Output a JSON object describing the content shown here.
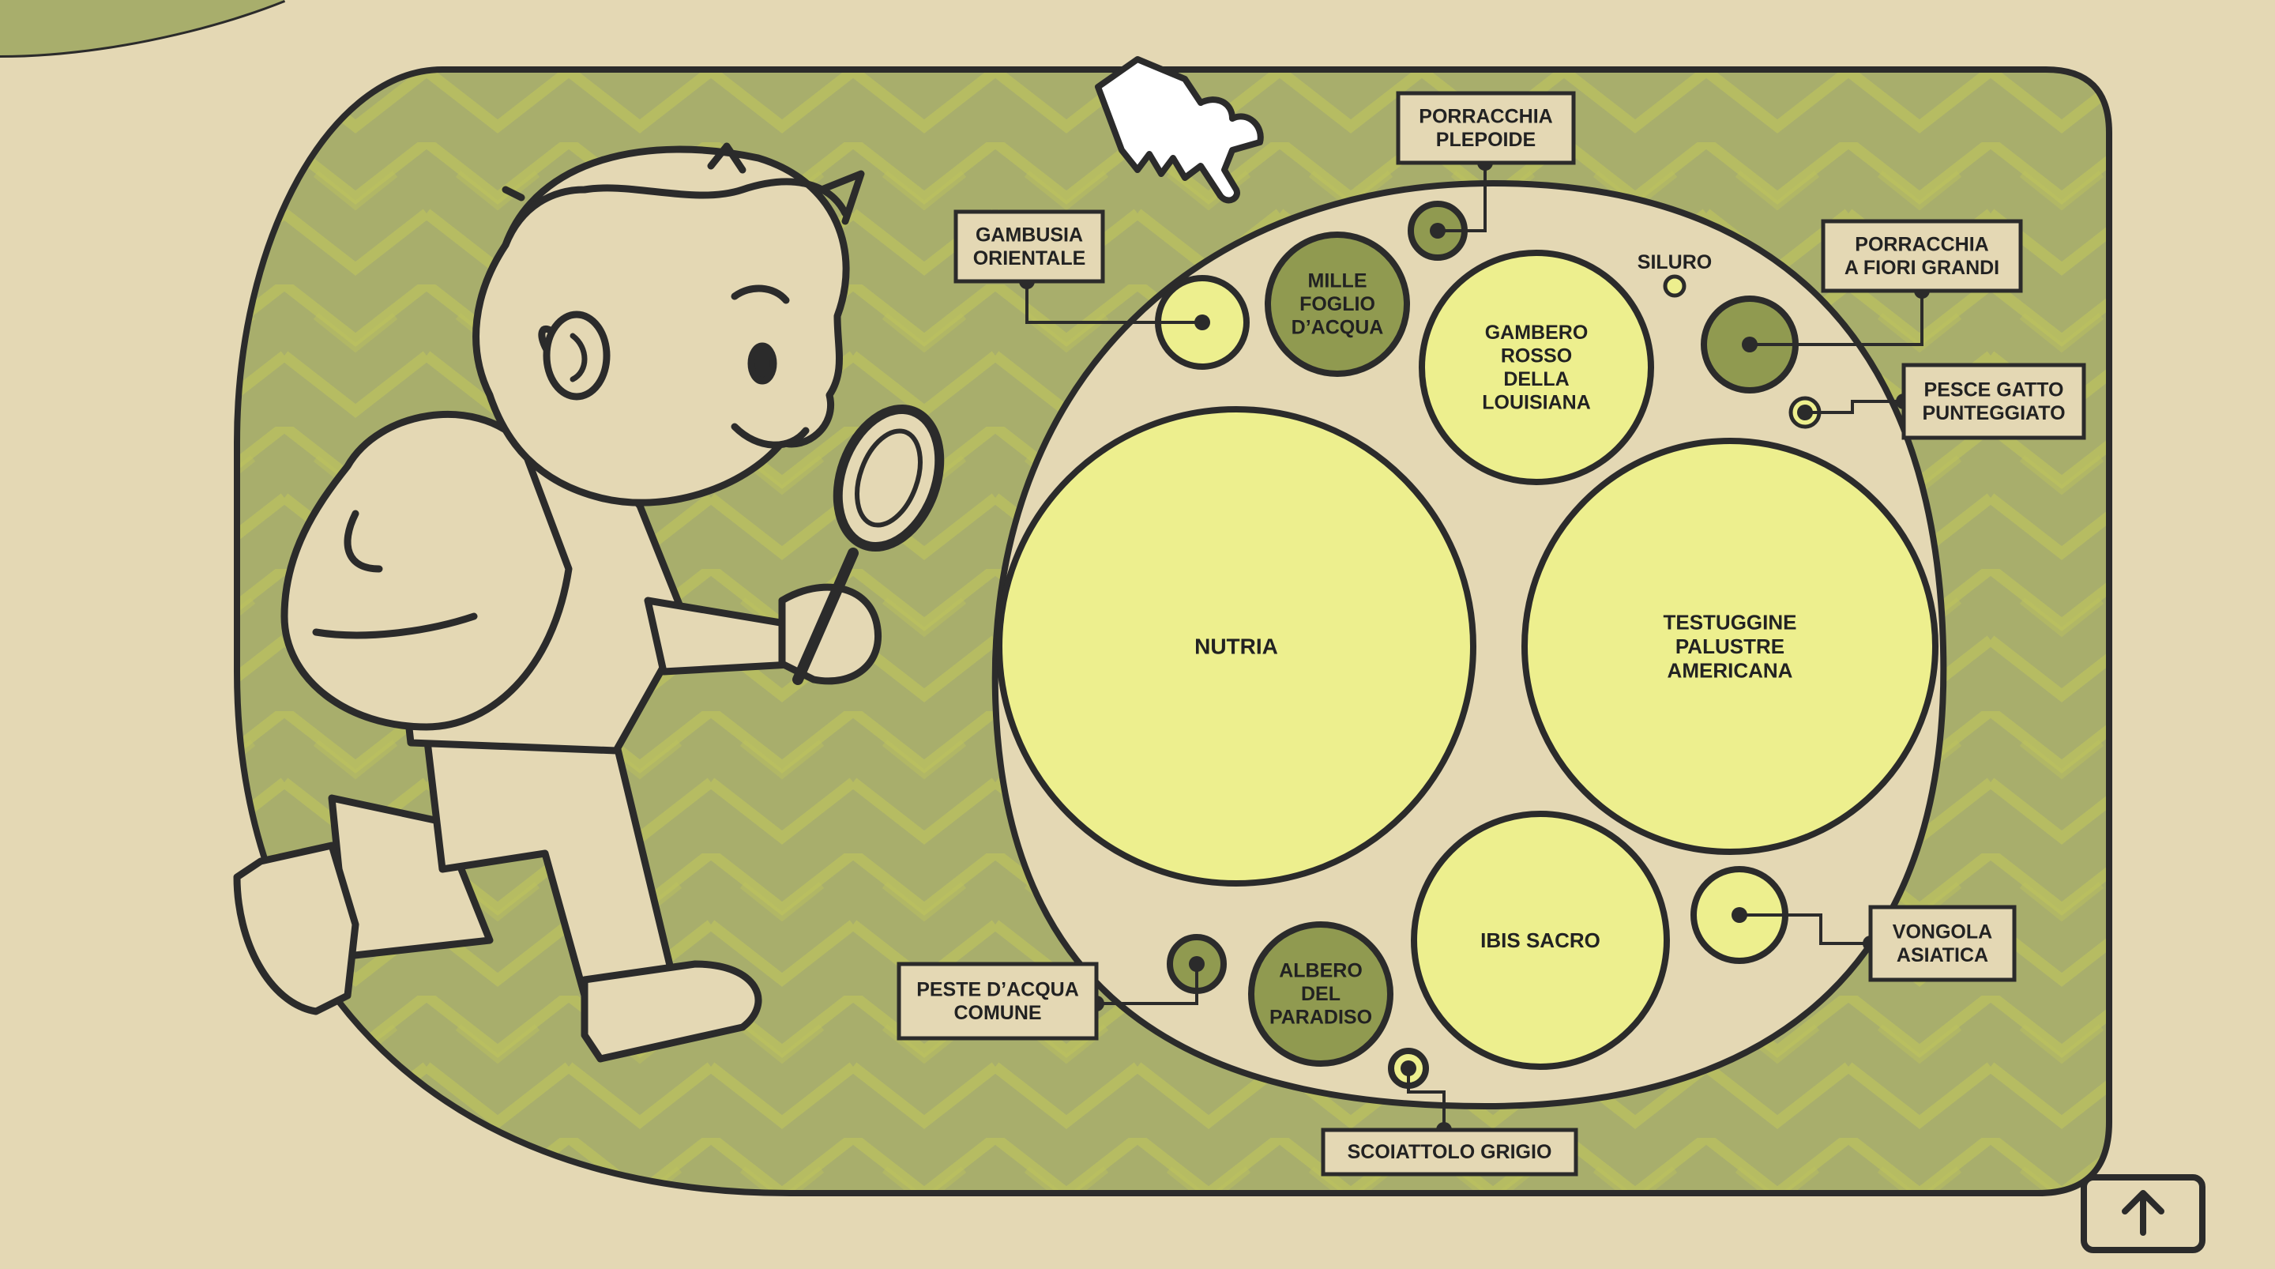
{
  "diagram": {
    "bubbles": [
      {
        "id": "nutria",
        "lines": [
          "NUTRIA"
        ],
        "tone": "light"
      },
      {
        "id": "testuggine",
        "lines": [
          "TESTUGGINE",
          "PALUSTRE",
          "AMERICANA"
        ],
        "tone": "light"
      },
      {
        "id": "ibis",
        "lines": [
          "IBIS SACRO"
        ],
        "tone": "light"
      },
      {
        "id": "gambero",
        "lines": [
          "GAMBERO",
          "ROSSO",
          "DELLA",
          "LOUISIANA"
        ],
        "tone": "light"
      },
      {
        "id": "millefoglio",
        "lines": [
          "MILLE",
          "FOGLIO",
          "D’ACQUA"
        ],
        "tone": "dark"
      },
      {
        "id": "albero",
        "lines": [
          "ALBERO",
          "DEL",
          "PARADISO"
        ],
        "tone": "dark"
      }
    ],
    "callouts": [
      {
        "id": "porracchia-plepoide",
        "lines": [
          "PORRACCHIA",
          "PLEPOIDE"
        ],
        "tone": "dark"
      },
      {
        "id": "gambusia",
        "lines": [
          "GAMBUSIA",
          "ORIENTALE"
        ],
        "tone": "light"
      },
      {
        "id": "siluro",
        "lines": [
          "SILURO"
        ],
        "tone": "light"
      },
      {
        "id": "porracchia-fiori",
        "lines": [
          "PORRACCHIA",
          "A FIORI GRANDI"
        ],
        "tone": "dark"
      },
      {
        "id": "pesce-gatto",
        "lines": [
          "PESCE GATTO",
          "PUNTEGGIATO"
        ],
        "tone": "light"
      },
      {
        "id": "vongola",
        "lines": [
          "VONGOLA",
          "ASIATICA"
        ],
        "tone": "light"
      },
      {
        "id": "peste-acqua",
        "lines": [
          "PESTE D’ACQUA",
          "COMUNE"
        ],
        "tone": "dark"
      },
      {
        "id": "scoiattolo",
        "lines": [
          "SCOIATTOLO GRIGIO"
        ],
        "tone": "light"
      }
    ]
  },
  "colors": {
    "page_bg": "#e4d8b4",
    "panel_green": "#a8ae6c",
    "panel_pattern": "#bcc25e",
    "enclosure": "#e4d8b4",
    "bubble_light": "#edef8e",
    "bubble_dark": "#909a50",
    "ink": "#2b2b2b",
    "label_bg": "#e4d8b4"
  },
  "icons": {
    "pointer": "pointing-hand-icon",
    "scroll_top": "arrow-up-icon",
    "mascot": "explorer-boy-illustration"
  }
}
